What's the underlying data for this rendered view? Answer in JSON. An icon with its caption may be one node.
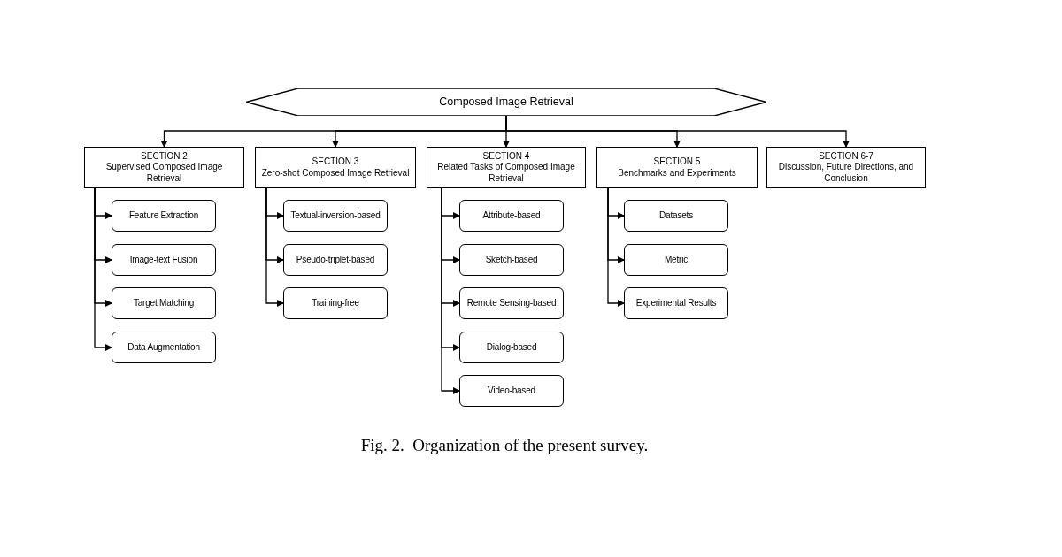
{
  "diagram": {
    "caption": "Fig. 2.  Organization of the present survey.",
    "nodes": [
      {
        "text": [
          "Composed Image Retrieval"
        ]
      },
      {
        "text": [
          "SECTION 2",
          "Supervised Composed Image Retrieval"
        ]
      },
      {
        "text": [
          "SECTION 3",
          "Zero-shot Composed Image Retrieval"
        ]
      },
      {
        "text": [
          "SECTION 4",
          "Related Tasks of Composed Image Retrieval"
        ]
      },
      {
        "text": [
          "SECTION 5",
          "Benchmarks and Experiments"
        ]
      },
      {
        "text": [
          "SECTION 6-7",
          "Discussion, Future Directions, and Conclusion"
        ]
      },
      {
        "text": [
          "Feature Extraction"
        ]
      },
      {
        "text": [
          "Image-text Fusion"
        ]
      },
      {
        "text": [
          "Target Matching"
        ]
      },
      {
        "text": [
          "Data Augmentation"
        ]
      },
      {
        "text": [
          "Textual-inversion-based"
        ]
      },
      {
        "text": [
          "Pseudo-triplet-based"
        ]
      },
      {
        "text": [
          "Training-free"
        ]
      },
      {
        "text": [
          "Attribute-based"
        ]
      },
      {
        "text": [
          "Sketch-based"
        ]
      },
      {
        "text": [
          "Remote Sensing-based"
        ]
      },
      {
        "text": [
          "Dialog-based"
        ]
      },
      {
        "text": [
          "Video-based"
        ]
      },
      {
        "text": [
          "Datasets"
        ]
      },
      {
        "text": [
          "Metric"
        ]
      },
      {
        "text": [
          "Experimental Results"
        ]
      }
    ],
    "edges": [
      {
        "from": 0,
        "to": 1,
        "arrow": "to"
      },
      {
        "from": 0,
        "to": 2,
        "arrow": "to"
      },
      {
        "from": 0,
        "to": 3,
        "arrow": "to"
      },
      {
        "from": 0,
        "to": 4,
        "arrow": "to"
      },
      {
        "from": 0,
        "to": 5,
        "arrow": "to"
      },
      {
        "from": 1,
        "to": 6,
        "arrow": "to"
      },
      {
        "from": 1,
        "to": 7,
        "arrow": "to"
      },
      {
        "from": 1,
        "to": 8,
        "arrow": "to"
      },
      {
        "from": 1,
        "to": 9,
        "arrow": "to"
      },
      {
        "from": 2,
        "to": 10,
        "arrow": "to"
      },
      {
        "from": 2,
        "to": 11,
        "arrow": "to"
      },
      {
        "from": 2,
        "to": 12,
        "arrow": "to"
      },
      {
        "from": 3,
        "to": 13,
        "arrow": "to"
      },
      {
        "from": 3,
        "to": 14,
        "arrow": "to"
      },
      {
        "from": 3,
        "to": 15,
        "arrow": "to"
      },
      {
        "from": 3,
        "to": 16,
        "arrow": "to"
      },
      {
        "from": 3,
        "to": 17,
        "arrow": "to"
      },
      {
        "from": 4,
        "to": 18,
        "arrow": "to"
      },
      {
        "from": 4,
        "to": 19,
        "arrow": "to"
      },
      {
        "from": 4,
        "to": 20,
        "arrow": "to"
      }
    ]
  }
}
